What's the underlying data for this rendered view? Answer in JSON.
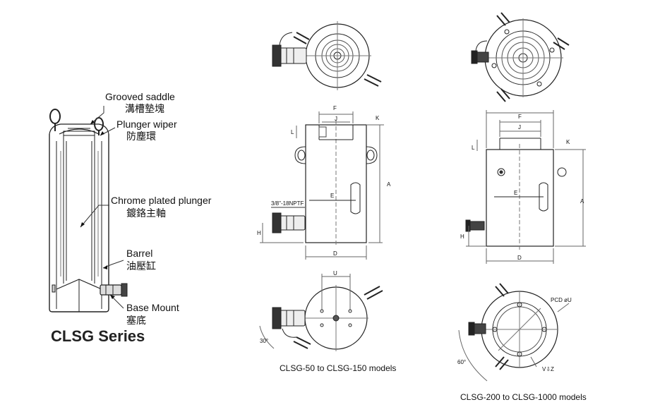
{
  "callouts": {
    "grooved_saddle": {
      "en": "Grooved saddle",
      "zh": "溝槽墊塊"
    },
    "plunger_wiper": {
      "en": "Plunger wiper",
      "zh": "防塵環"
    },
    "chrome_plunger": {
      "en": "Chrome plated plunger",
      "zh": "鍍鉻主軸"
    },
    "barrel": {
      "en": "Barrel",
      "zh": "油壓缸"
    },
    "base_mount": {
      "en": "Base Mount",
      "zh": "塞底"
    }
  },
  "series_title": "CLSG Series",
  "small_models": {
    "caption": "CLSG-50  to  CLSG-150 models",
    "dims": {
      "F": "F",
      "J": "J",
      "K": "K",
      "L": "L",
      "A": "A",
      "E": "E",
      "H": "H",
      "D": "D",
      "U": "U",
      "angle": "30°"
    },
    "port": "3/8\"-18NPTF"
  },
  "large_models": {
    "caption": "CLSG-200  to  CLSG-1000 models",
    "dims": {
      "F": "F",
      "J": "J",
      "K": "K",
      "L": "L",
      "A": "A",
      "E": "E",
      "H": "H",
      "D": "D",
      "pcd": "PCD øU",
      "vz": "V⇩Z",
      "angle": "60°"
    }
  }
}
